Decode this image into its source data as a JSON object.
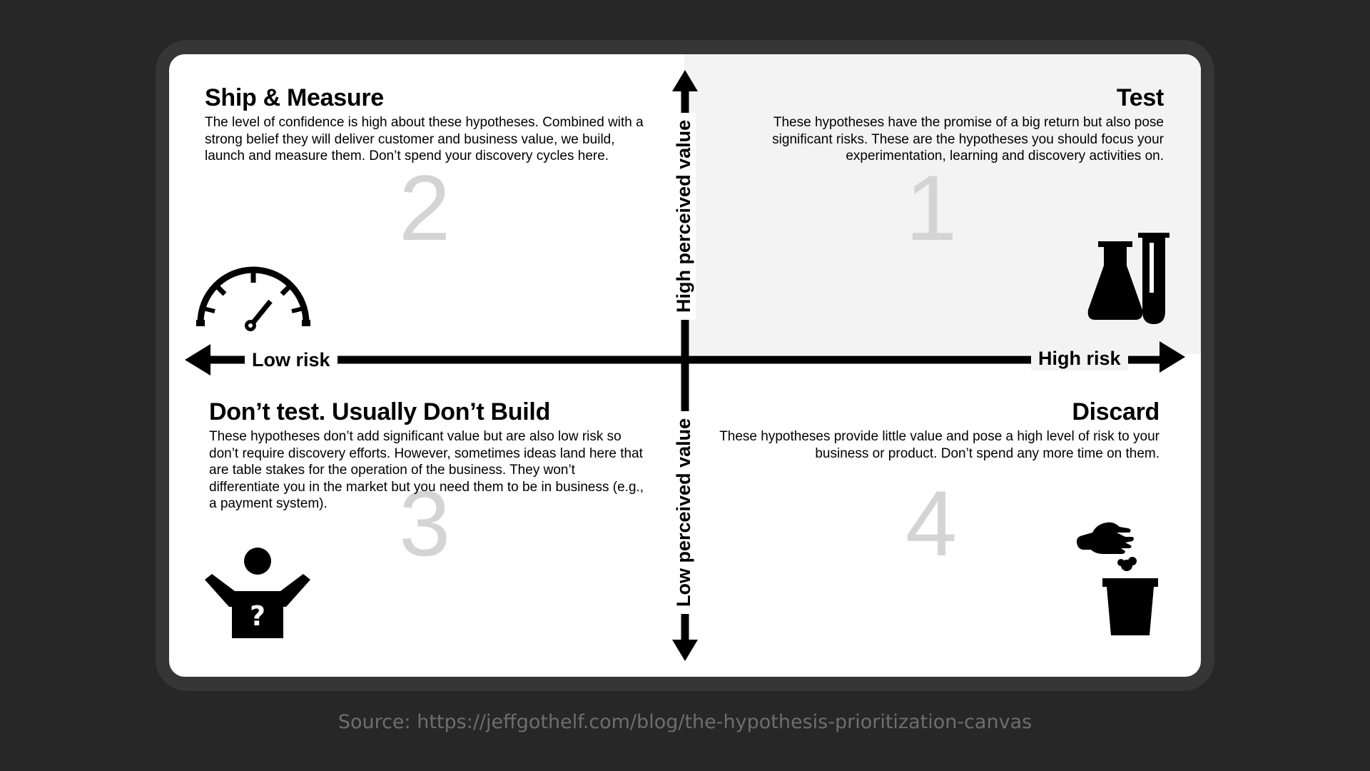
{
  "quadrants": {
    "top_left": {
      "title": "Ship & Measure",
      "description": "The level of confidence is high about these hypotheses. Combined with a strong belief they will deliver customer and business value, we build, launch and measure them. Don’t spend your discovery cycles here.",
      "number": "2",
      "icon": "speedometer-icon"
    },
    "top_right": {
      "title": "Test",
      "description": "These hypotheses have the promise of a big return but also pose significant risks. These are the hypotheses you should focus your experimentation, learning and discovery activities on.",
      "number": "1",
      "icon": "flask-test-tube-icon"
    },
    "bottom_left": {
      "title": "Don’t test. Usually Don’t Build",
      "description": "These hypotheses don’t add significant value but are also low risk so don’t require discovery efforts. However, sometimes ideas land here that are table stakes for the operation of the business. They won’t differentiate you in the market but you need them to be in business (e.g., a payment system).",
      "number": "3",
      "icon": "confused-person-icon"
    },
    "bottom_right": {
      "title": "Discard",
      "description": "These hypotheses provide little value and pose a high level of risk to your business or product. Don’t spend any more time on them.",
      "number": "4",
      "icon": "hand-trash-icon"
    }
  },
  "axes": {
    "x_low": "Low risk",
    "x_high": "High risk",
    "y_high": "High perceived value",
    "y_low": "Low perceived value"
  },
  "source": "Source: https://jeffgothelf.com/blog/the-hypothesis-prioritization-canvas",
  "colors": {
    "page_background": "#272727",
    "frame": "#363636",
    "canvas": "#ffffff",
    "text": "#000000",
    "quadrant_number": "#d4d4d4",
    "source_text": "#6e6e6e"
  }
}
